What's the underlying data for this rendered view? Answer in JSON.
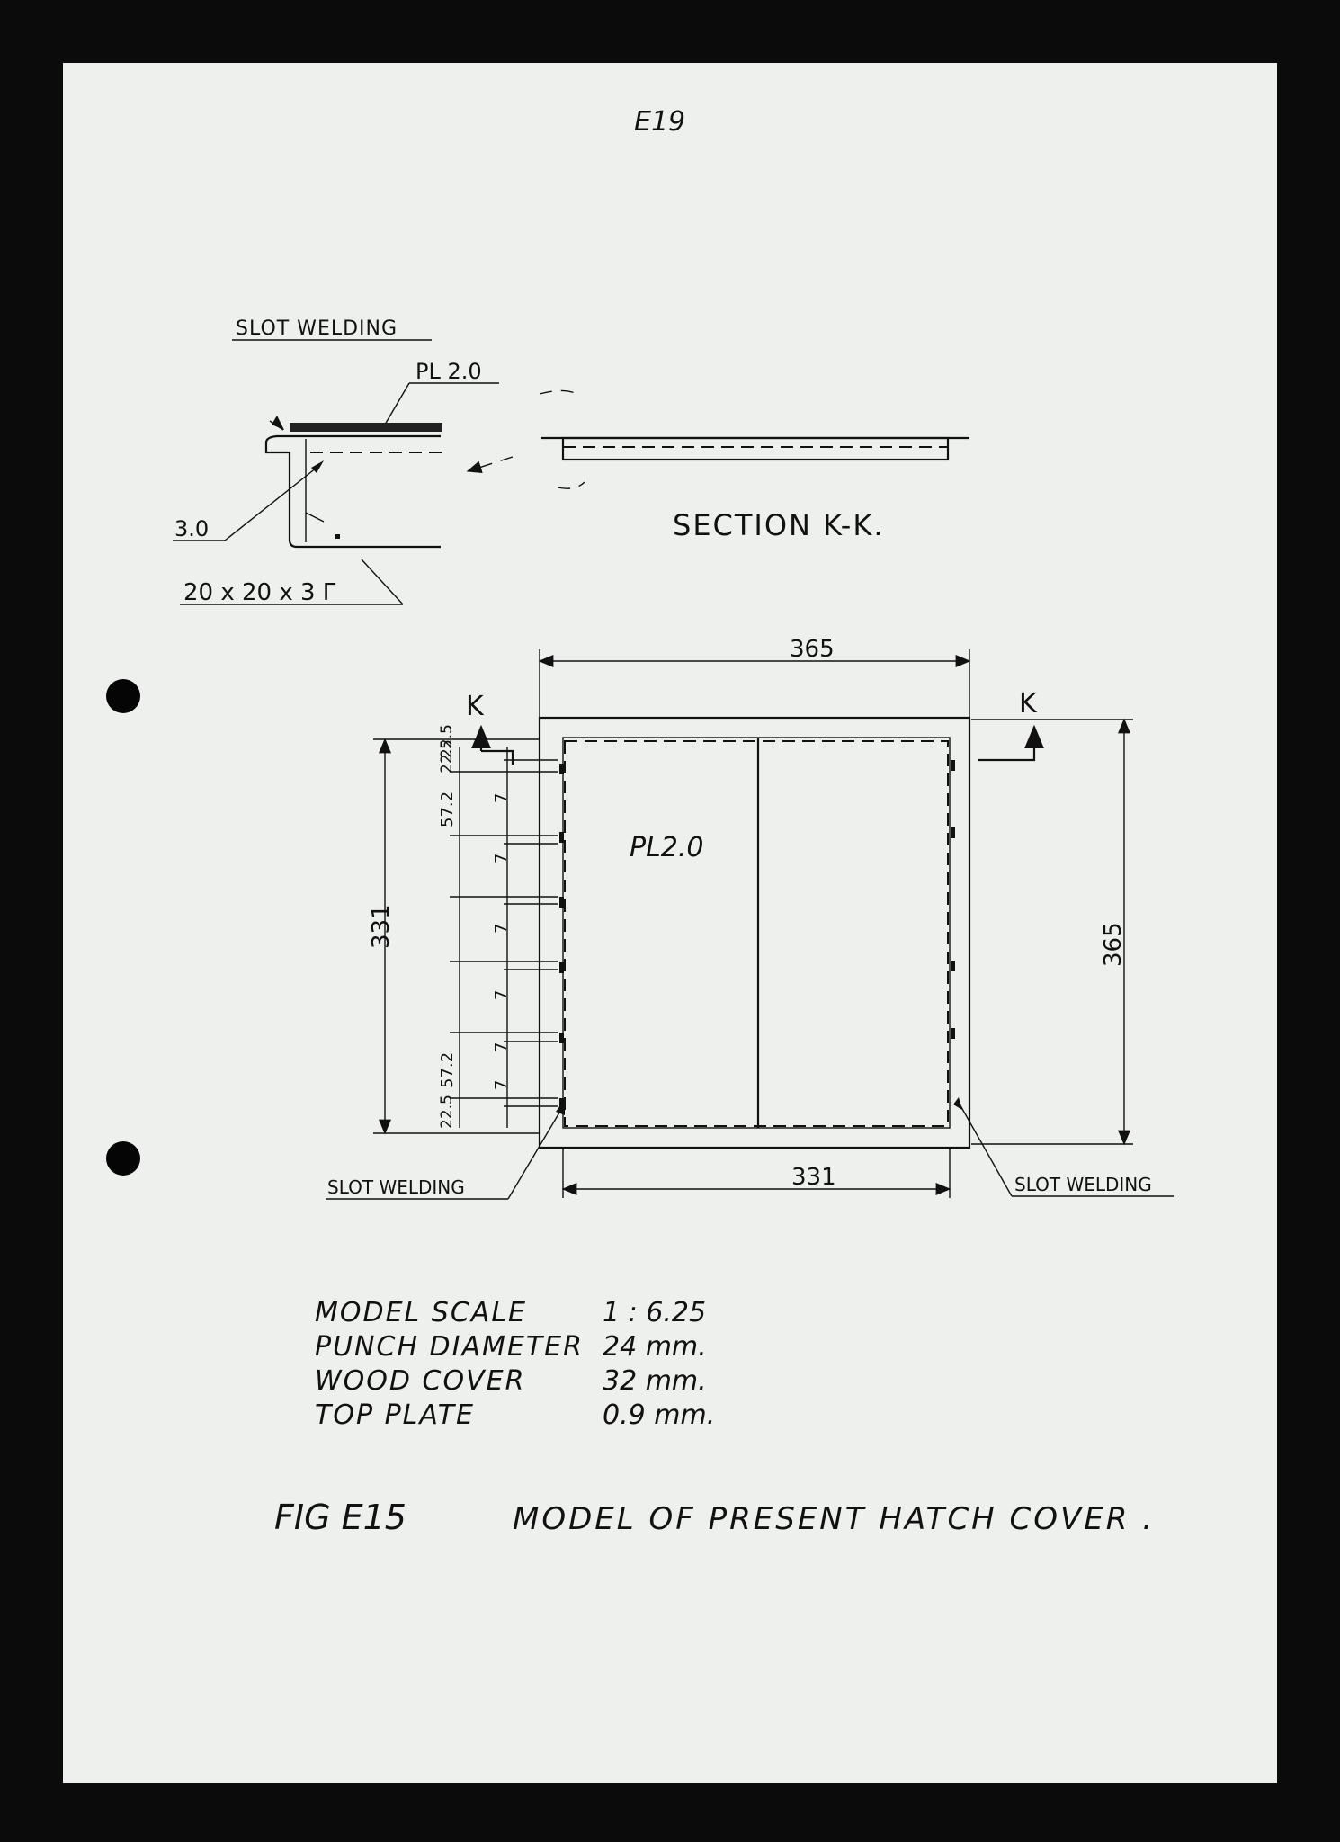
{
  "page_label": "E19",
  "detail": {
    "title": "SLOT WELDING",
    "plate": "PL 2.0",
    "weld_size": "3.0",
    "angle": "20 x 20 x 3 Γ"
  },
  "section": {
    "title": "SECTION K-K."
  },
  "plan": {
    "section_mark_left": "K",
    "section_mark_right": "K",
    "top_width": "365",
    "bottom_width": "331",
    "left_height": "331",
    "right_height": "365",
    "plate_label": "PL2.0",
    "left_dims": [
      "22.5",
      "22.5",
      "57.2",
      "7",
      "7",
      "7",
      "7",
      "7",
      "7",
      "57.2",
      "22.5"
    ],
    "slot_welding_left": "SLOT WELDING",
    "slot_welding_right": "SLOT WELDING"
  },
  "notes": [
    {
      "label": "MODEL SCALE",
      "value": "1 : 6.25"
    },
    {
      "label": "PUNCH DIAMETER",
      "value": "24 mm."
    },
    {
      "label": "WOOD COVER",
      "value": "32 mm."
    },
    {
      "label": "TOP PLATE",
      "value": "0.9 mm."
    }
  ],
  "caption": {
    "fig": "FIG E15",
    "title": "MODEL OF PRESENT HATCH COVER ."
  }
}
